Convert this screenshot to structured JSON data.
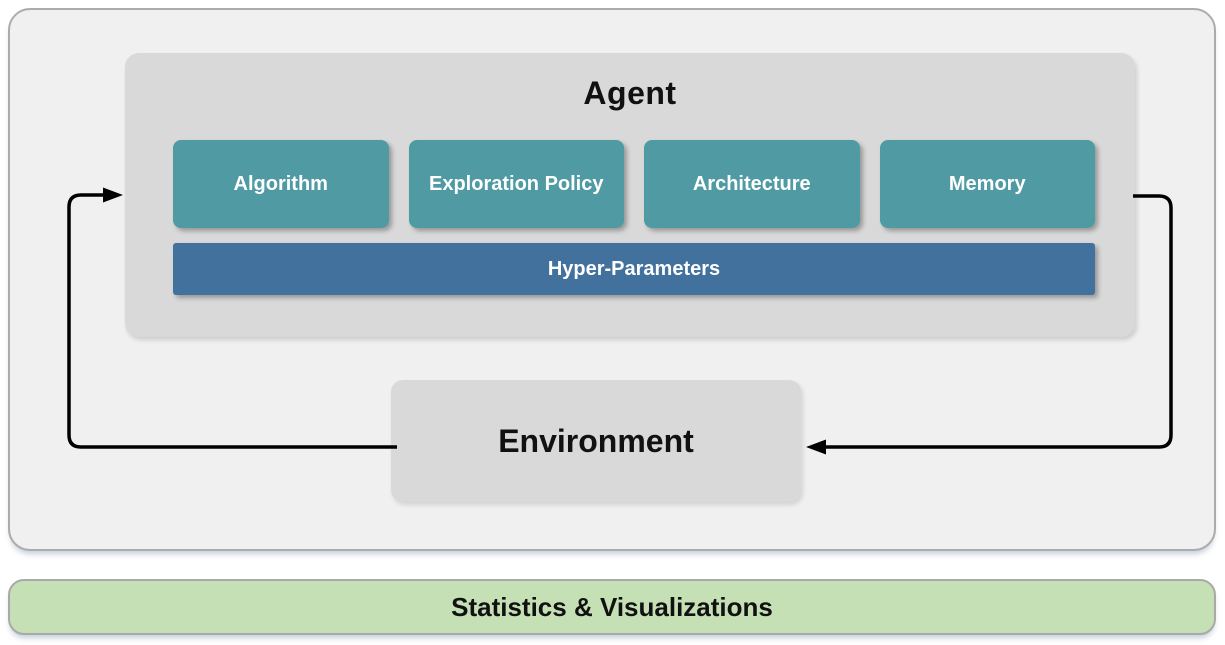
{
  "agent": {
    "title": "Agent",
    "components": [
      "Algorithm",
      "Exploration Policy",
      "Architecture",
      "Memory"
    ],
    "hyper_parameters_label": "Hyper-Parameters"
  },
  "environment": {
    "title": "Environment"
  },
  "footer": {
    "label": "Statistics & Visualizations"
  },
  "colors": {
    "component_teal": "#4f9aa3",
    "hyper_parameters_blue": "#41719c",
    "box_gray": "#d9d9d9",
    "panel_background": "#f0f0f0",
    "panel_border": "#ababab",
    "footer_green": "#c5e0b4",
    "arrow_black": "#000000"
  }
}
